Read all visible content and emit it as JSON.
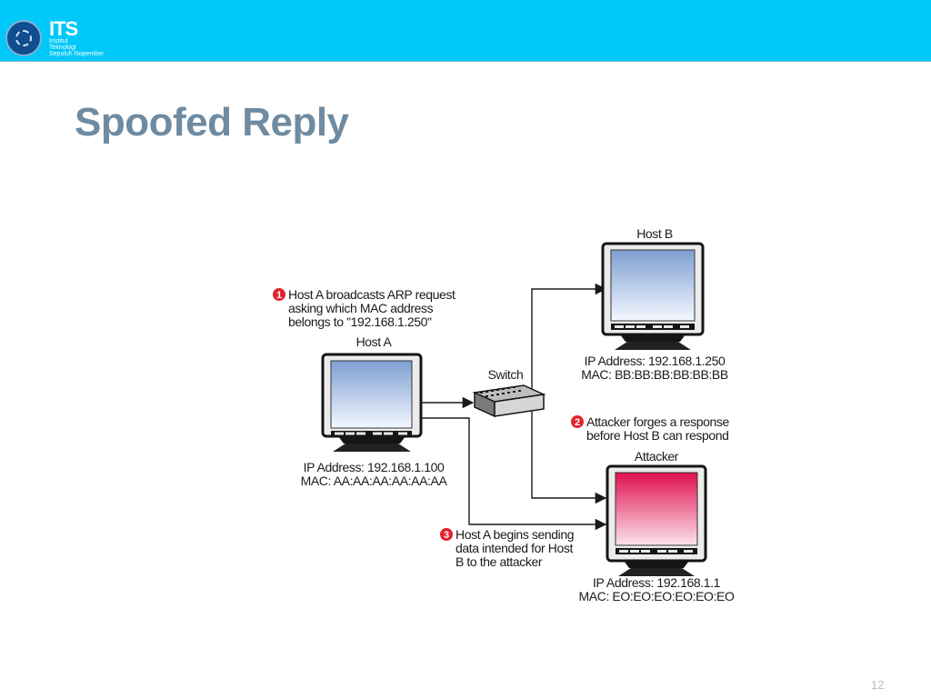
{
  "header": {
    "brand_abbr": "ITS",
    "brand_line1": "Institut",
    "brand_line2": "Teknologi",
    "brand_line3": "Sepuluh Nopember",
    "bg_color": "#00c8f8"
  },
  "slide": {
    "title": "Spoofed Reply",
    "page_number": "12"
  },
  "diagram": {
    "switch_label": "Switch",
    "host_a": {
      "name": "Host A",
      "ip": "IP Address: 192.168.1.100",
      "mac": "MAC: AA:AA:AA:AA:AA:AA"
    },
    "host_b": {
      "name": "Host B",
      "ip": "IP Address: 192.168.1.250",
      "mac": "MAC: BB:BB:BB:BB:BB:BB"
    },
    "attacker": {
      "name": "Attacker",
      "ip": "IP Address: 192.168.1.1",
      "mac": "MAC: EO:EO:EO:EO:EO:EO"
    },
    "steps": [
      {
        "num": "1",
        "lines": [
          "Host A broadcasts ARP request",
          "asking which MAC address",
          "belongs to \"192.168.1.250\""
        ]
      },
      {
        "num": "2",
        "lines": [
          "Attacker forges a response",
          "before Host B can respond"
        ]
      },
      {
        "num": "3",
        "lines": [
          "Host A begins sending",
          "data intended for Host",
          "B to the attacker"
        ]
      }
    ],
    "colors": {
      "step_badge": "#e0242f",
      "screen_normal": "#aac8ea",
      "screen_attacker": "#e8145a",
      "monitor_frame": "#ebebeb"
    }
  }
}
